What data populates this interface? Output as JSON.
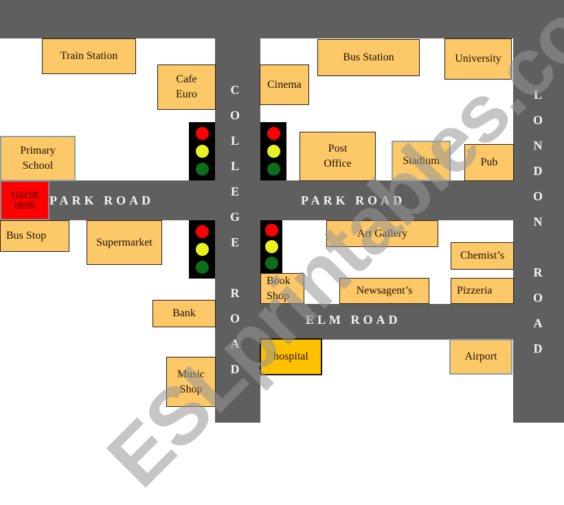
{
  "map": {
    "roads": {
      "park_road_left": "PARK ROAD",
      "park_road_right": "PARK ROAD",
      "elm_road": "ELM ROAD",
      "college_road_letters": [
        "C",
        "O",
        "L",
        "L",
        "E",
        "G",
        "E",
        "",
        "R",
        "O",
        "A",
        "D"
      ],
      "london_road_letters": [
        "L",
        "O",
        "N",
        "D",
        "O",
        "N",
        "",
        "R",
        "O",
        "A",
        "D"
      ]
    },
    "you_are_here": {
      "line1": "YOU'RE",
      "line2": "HERE"
    },
    "places": {
      "train_station": "Train Station",
      "cafe_euro_1": "Cafe",
      "cafe_euro_2": "Euro",
      "cinema": "Cinema",
      "bus_station": "Bus Station",
      "university": "University",
      "primary_school_1": "Primary",
      "primary_school_2": "School",
      "post_office_1": "Post",
      "post_office_2": "Office",
      "stadium": "Stadium",
      "pub": "Pub",
      "bus_stop": "Bus Stop",
      "supermarket": "Supermarket",
      "art_gallery": "Art Gallery",
      "chemists": "Chemist’s",
      "book_shop_1": "Book",
      "book_shop_2": "Shop",
      "newsagents": "Newsagent’s",
      "pizzeria": "Pizzeria",
      "bank": "Bank",
      "hospital": "hospital",
      "airport": "Airport",
      "music_shop_1": "Music",
      "music_shop_2": "Shop"
    },
    "colors": {
      "road": "#5f5f5f",
      "place": "#fcc868",
      "hospital": "#ffc000",
      "you_are_here": "#ff0000"
    },
    "watermark": "ESLprintables.com"
  }
}
